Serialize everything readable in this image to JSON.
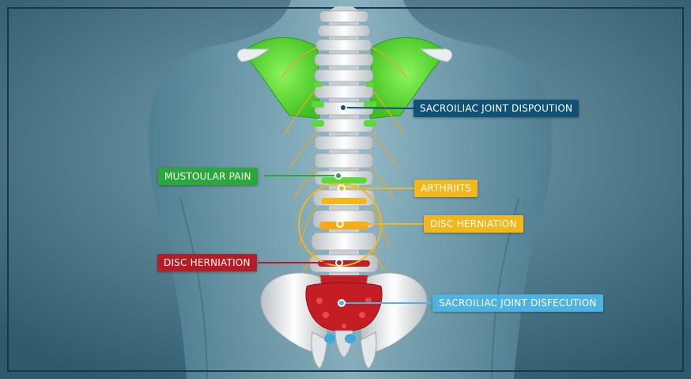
{
  "labels": {
    "sacroiliac_top": "SACROILIAC JOINT DISPOUTION",
    "muscular_pain": "MUSTOULAR PAIN",
    "arthritis": "ARTHRIITS",
    "disc_herniation_right": "DISC HERNIATION",
    "disc_herniation_left": "DISC HERNIATION",
    "sacroiliac_bottom": "SACROILIAC JOINT DISFECUTION"
  },
  "colors": {
    "background": "#3e6a7c",
    "frame": "#16394a",
    "sacroiliac_top": "#0f5276",
    "muscular_pain": "#2aa83a",
    "arthritis": "#f3b71c",
    "disc_herniation_right": "#f3b71c",
    "disc_herniation_left": "#b51c25",
    "sacroiliac_bottom": "#4db3e2",
    "nerves": "#e7a52c"
  }
}
